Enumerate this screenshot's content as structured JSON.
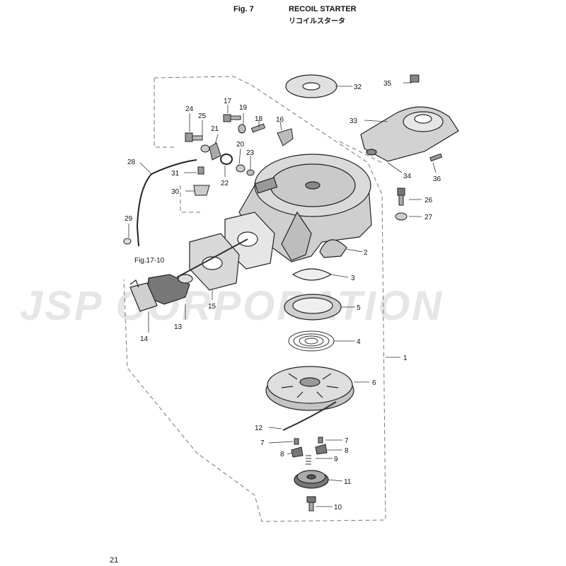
{
  "header": {
    "fig_label": "Fig. 7",
    "title_en": "RECOIL STARTER",
    "title_jp": "リコイルスタータ"
  },
  "watermark": "JSP CORPORATION",
  "page_number": "21",
  "figure_ref": "Fig.17-10",
  "part_labels": [
    "1",
    "2",
    "3",
    "4",
    "5",
    "6",
    "7",
    "7",
    "8",
    "8",
    "9",
    "10",
    "11",
    "12",
    "13",
    "14",
    "15",
    "16",
    "17",
    "18",
    "19",
    "20",
    "21",
    "22",
    "23",
    "24",
    "25",
    "26",
    "27",
    "28",
    "29",
    "30",
    "31",
    "32",
    "33",
    "34",
    "35",
    "36"
  ]
}
